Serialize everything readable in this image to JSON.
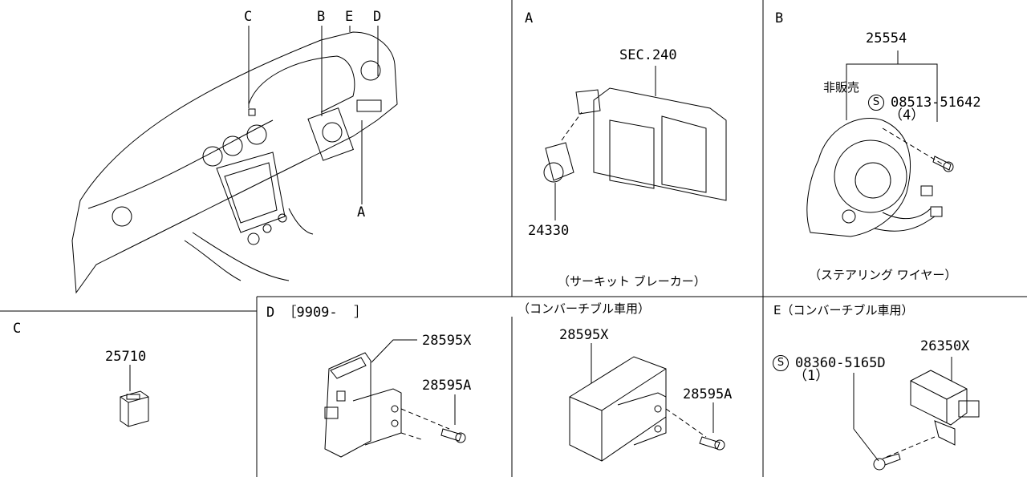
{
  "overview": {
    "callouts": [
      "C",
      "B",
      "E",
      "D",
      "A"
    ]
  },
  "panel_a": {
    "label": "A",
    "ref": "SEC.240",
    "part": "24330",
    "caption": "（サーキット ブレーカー）"
  },
  "panel_b": {
    "label": "B",
    "assembly": "25554",
    "not_sold": "非販売",
    "screw_symbol": "S",
    "screw": "08513-51642",
    "qty": "（4）",
    "caption": "（ステアリング ワイヤー）"
  },
  "panel_c": {
    "label": "C",
    "part": "25710"
  },
  "panel_d": {
    "label": "D ［9909-  ］",
    "part1": "28595X",
    "part2": "28595A"
  },
  "panel_conv": {
    "caption": "（コンバーチブル車用）",
    "part1": "28595X",
    "part2": "28595A"
  },
  "panel_e": {
    "label": "E（コンバーチブル車用）",
    "screw_symbol": "S",
    "screw": "08360-5165D",
    "qty": "（1）",
    "part": "26350X"
  }
}
